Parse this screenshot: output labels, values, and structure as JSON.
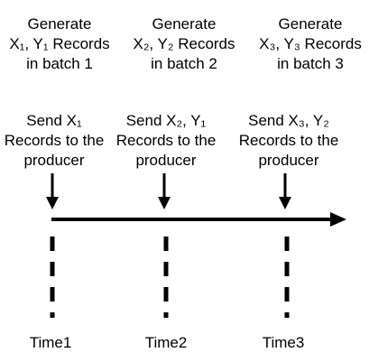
{
  "batches": [
    {
      "generate": [
        "Generate",
        "X₁, Y₁ Records",
        "in batch 1"
      ],
      "send": [
        "Send X₁",
        "Records to the",
        "producer"
      ],
      "time": "Time1"
    },
    {
      "generate": [
        "Generate",
        "X₂, Y₂ Records",
        "in batch 2"
      ],
      "send": [
        "Send X₂, Y₁",
        "Records to the",
        "producer"
      ],
      "time": "Time2"
    },
    {
      "generate": [
        "Generate",
        "X₃, Y₃ Records",
        "in batch 3"
      ],
      "send": [
        "Send X₃, Y₂",
        "Records to the",
        "producer"
      ],
      "time": "Time3"
    }
  ]
}
